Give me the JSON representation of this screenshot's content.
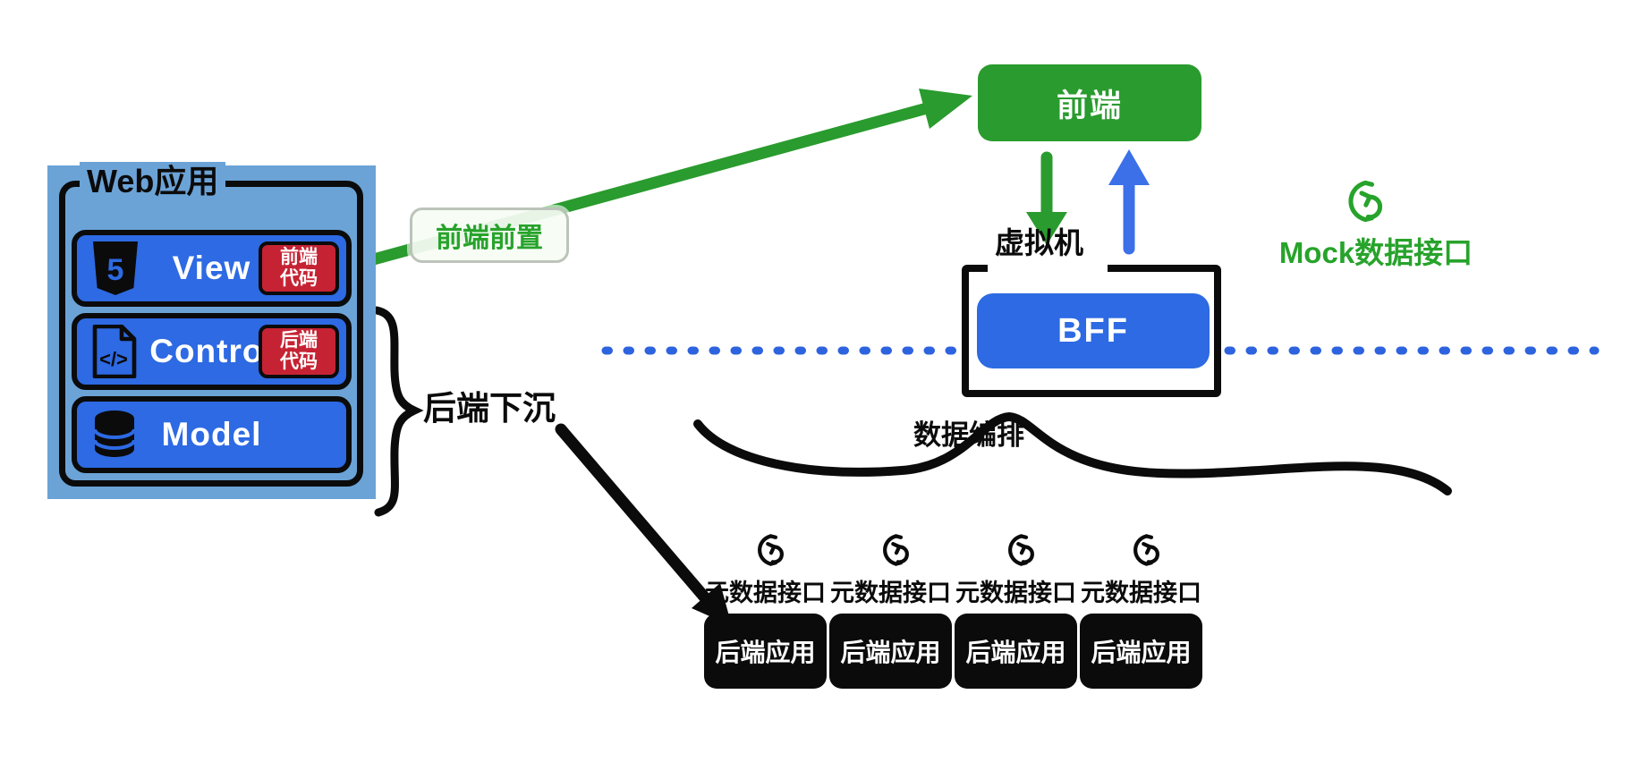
{
  "web_app": {
    "title": "Web应用",
    "layers": [
      {
        "label": "View",
        "icon": "html5-icon",
        "badge_line1": "前端",
        "badge_line2": "代码"
      },
      {
        "label": "Control",
        "icon": "code-file-icon",
        "badge_line1": "后端",
        "badge_line2": "代码"
      },
      {
        "label": "Model",
        "icon": "database-icon"
      }
    ]
  },
  "labels": {
    "frontend_forward": "前端前置",
    "backend_sink": "后端下沉",
    "data_orchestration": "数据编排",
    "mock_api": "Mock数据接口"
  },
  "frontend_box": {
    "label": "前端"
  },
  "vm_box": {
    "title": "虚拟机",
    "bff_label": "BFF"
  },
  "backend": {
    "api_label": "元数据接口",
    "app_label": "后端应用",
    "count": 4
  },
  "colors": {
    "row_blue": "#2d6ae3",
    "container_light_blue": "#6ba3d7",
    "green_fill": "#2a9b2e",
    "green_text": "#27a32b",
    "arrow_blue": "#3b70e8",
    "dotted_line_blue": "#2d63de",
    "badge_red": "#c52333",
    "ink_black": "#0b0b0b"
  }
}
